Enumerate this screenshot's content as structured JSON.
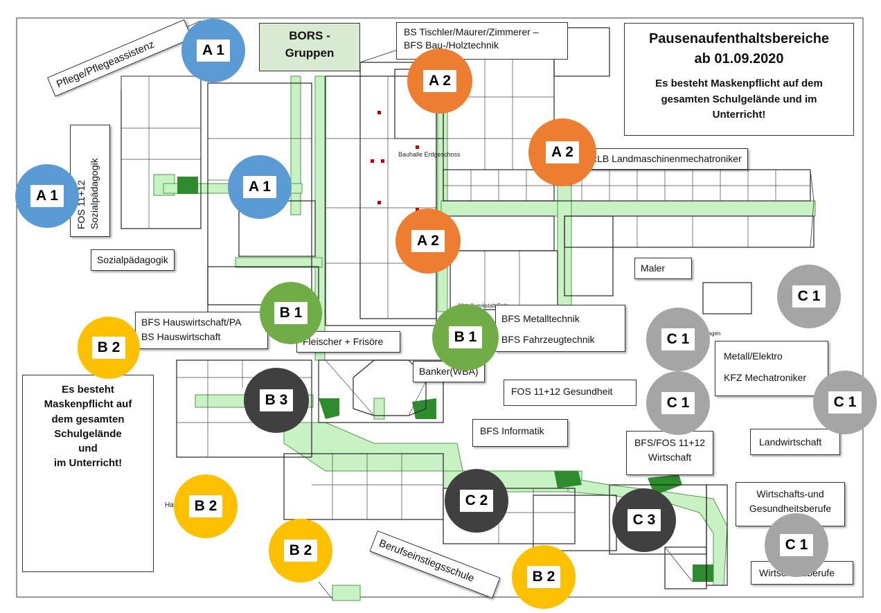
{
  "title": {
    "line1": "Pausenaufenthaltsbereiche",
    "line2": "ab 01.09.2020",
    "notice": [
      "Es besteht Maskenpflicht auf dem",
      "gesamten Schulgelände und im",
      "Unterricht!"
    ]
  },
  "side_notice": [
    "Es besteht",
    "Maskenpflicht auf",
    "dem gesamten",
    "Schulgelände",
    "und",
    "im Unterricht!"
  ],
  "bors": [
    "BORS -",
    "Gruppen"
  ],
  "labels": {
    "pflege": "Pflege/Pflegeassistenz",
    "fos_sozial": [
      "FOS 11+12",
      "Sozialpädagogik"
    ],
    "sozial": "Sozialpädagogik",
    "tischler": [
      "BS Tischler/Maurer/Zimmerer –",
      "BFS Bau-/Holztechnik"
    ],
    "rlb": "RLB Landmaschinenmechatroniker",
    "maler": "Maler",
    "hauswirtschaft": [
      "BFS Hauswirtschaft/PA",
      "BS Hauswirtschaft"
    ],
    "fleischer": "Fleischer + Frisöre",
    "metall": [
      "BFS Metalltechnik",
      "BFS Fahrzeugtechnik"
    ],
    "banker": "Banker(WBA)",
    "fos_gesundheit": "FOS 11+12 Gesundheit",
    "metall_elektro": [
      "Metall/Elektro",
      "KFZ Mechatroniker"
    ],
    "informatik": "BFS Informatik",
    "wirtschaft": [
      "BFS/FOS 11+12",
      "Wirtschaft"
    ],
    "landwirtschaft": "Landwirtschaft",
    "wirtschafts_gesund": [
      "Wirtschafts-und",
      "Gesundheitsberufe"
    ],
    "wirtschaftsberufe": "Wirtschaftsberufe",
    "berufseinstieg": "Berufseinstiegsschule"
  },
  "plan_text": {
    "bauhalle": "Bauhalle Erdgeschoss",
    "metallwerkstatt": "Metallwerkstatt Erdg",
    "garagen": "ragen",
    "ha": "Ha"
  },
  "zone_colors": {
    "A1": "#5b9bd5",
    "A2": "#ed7d31",
    "B1": "#70ad47",
    "B2": "#ffc000",
    "B3": "#404040",
    "C1": "#a5a5a5",
    "C2": "#404040",
    "C3": "#404040"
  },
  "badges": [
    {
      "zone": "A1",
      "text": "A 1"
    },
    {
      "zone": "A1",
      "text": "A 1"
    },
    {
      "zone": "A1",
      "text": "A 1"
    },
    {
      "zone": "A2",
      "text": "A 2"
    },
    {
      "zone": "A2",
      "text": "A 2"
    },
    {
      "zone": "A2",
      "text": "A 2"
    },
    {
      "zone": "B1",
      "text": "B 1"
    },
    {
      "zone": "B1",
      "text": "B 1"
    },
    {
      "zone": "B2",
      "text": "B 2"
    },
    {
      "zone": "B3",
      "text": "B 3"
    },
    {
      "zone": "B2",
      "text": "B 2"
    },
    {
      "zone": "B2",
      "text": "B 2"
    },
    {
      "zone": "B2",
      "text": "B 2"
    },
    {
      "zone": "C1",
      "text": "C 1"
    },
    {
      "zone": "C1",
      "text": "C 1"
    },
    {
      "zone": "C1",
      "text": "C 1"
    },
    {
      "zone": "C1",
      "text": "C 1"
    },
    {
      "zone": "C1",
      "text": "C 1"
    },
    {
      "zone": "C2",
      "text": "C 2"
    },
    {
      "zone": "C3",
      "text": "C 3"
    }
  ]
}
